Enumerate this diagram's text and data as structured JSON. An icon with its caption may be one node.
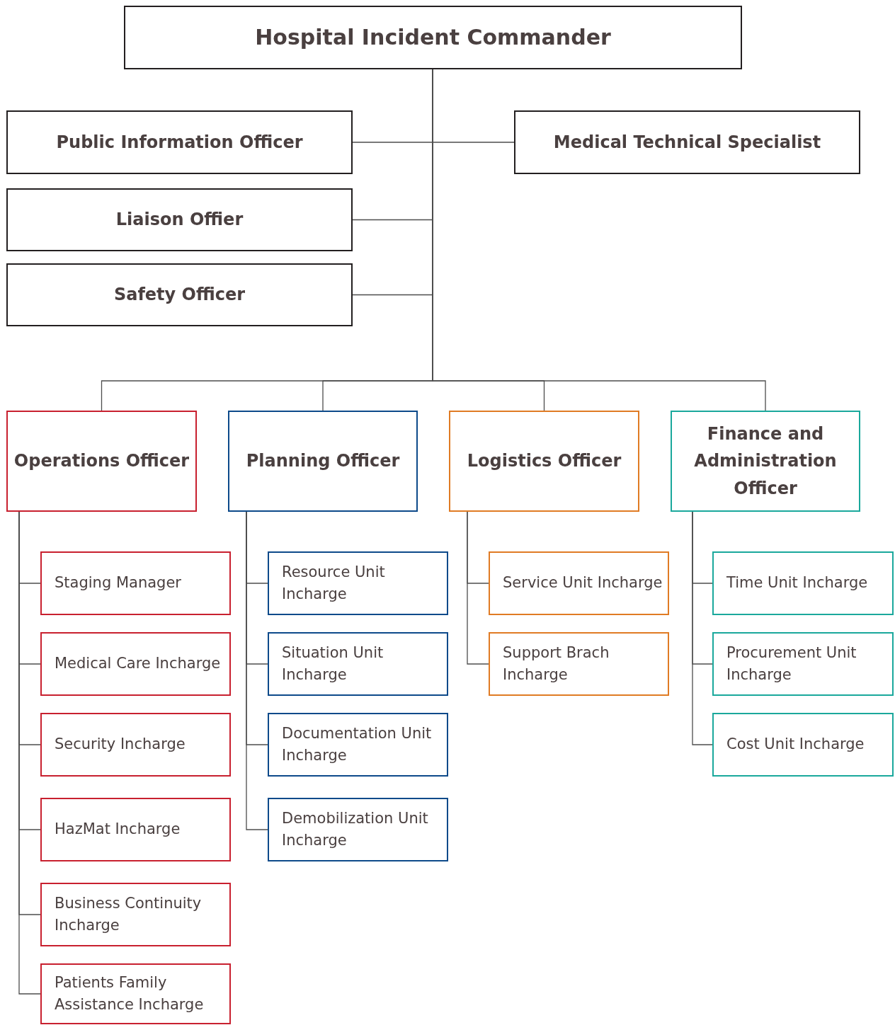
{
  "diagram": {
    "nodes": [
      {
        "text": [
          "Hospital Incident Commander"
        ]
      },
      {
        "text": [
          "Public Information Officer"
        ]
      },
      {
        "text": [
          "Medical Technical Specialist"
        ]
      },
      {
        "text": [
          "Liaison Offier"
        ]
      },
      {
        "text": [
          "Safety Officer"
        ]
      },
      {
        "text": [
          "Operations Officer"
        ]
      },
      {
        "text": [
          "Planning Officer"
        ]
      },
      {
        "text": [
          "Logistics Officer"
        ]
      },
      {
        "text": [
          "Finance and Administration Officer"
        ]
      },
      {
        "text": [
          "Staging Manager"
        ]
      },
      {
        "text": [
          "Medical Care Incharge"
        ]
      },
      {
        "text": [
          "Security Incharge"
        ]
      },
      {
        "text": [
          "HazMat Incharge"
        ]
      },
      {
        "text": [
          "Business Continuity Incharge"
        ]
      },
      {
        "text": [
          "Patients Family Assistance Incharge"
        ]
      },
      {
        "text": [
          "Resource Unit Incharge"
        ]
      },
      {
        "text": [
          "Situation Unit Incharge"
        ]
      },
      {
        "text": [
          "Documentation Unit Incharge"
        ]
      },
      {
        "text": [
          "Demobilization Unit Incharge"
        ]
      },
      {
        "text": [
          "Service Unit Incharge"
        ]
      },
      {
        "text": [
          "Support Brach Incharge"
        ]
      },
      {
        "text": [
          "Time Unit Incharge"
        ]
      },
      {
        "text": [
          "Procurement Unit Incharge"
        ]
      },
      {
        "text": [
          "Cost Unit Incharge"
        ]
      }
    ],
    "edges": [
      {
        "from": 0,
        "to": 1,
        "arrow": "none"
      },
      {
        "from": 0,
        "to": 2,
        "arrow": "none"
      },
      {
        "from": 0,
        "to": 3,
        "arrow": "none"
      },
      {
        "from": 0,
        "to": 4,
        "arrow": "none"
      },
      {
        "from": 0,
        "to": 5,
        "arrow": "none"
      },
      {
        "from": 0,
        "to": 6,
        "arrow": "none"
      },
      {
        "from": 0,
        "to": 7,
        "arrow": "none"
      },
      {
        "from": 0,
        "to": 8,
        "arrow": "none"
      },
      {
        "from": 5,
        "to": 9,
        "arrow": "none"
      },
      {
        "from": 5,
        "to": 10,
        "arrow": "none"
      },
      {
        "from": 5,
        "to": 11,
        "arrow": "none"
      },
      {
        "from": 5,
        "to": 12,
        "arrow": "none"
      },
      {
        "from": 5,
        "to": 13,
        "arrow": "none"
      },
      {
        "from": 5,
        "to": 14,
        "arrow": "none"
      },
      {
        "from": 6,
        "to": 15,
        "arrow": "none"
      },
      {
        "from": 6,
        "to": 16,
        "arrow": "none"
      },
      {
        "from": 6,
        "to": 17,
        "arrow": "none"
      },
      {
        "from": 6,
        "to": 18,
        "arrow": "none"
      },
      {
        "from": 7,
        "to": 19,
        "arrow": "none"
      },
      {
        "from": 7,
        "to": 20,
        "arrow": "none"
      },
      {
        "from": 8,
        "to": 21,
        "arrow": "none"
      },
      {
        "from": 8,
        "to": 22,
        "arrow": "none"
      },
      {
        "from": 8,
        "to": 23,
        "arrow": "none"
      }
    ]
  }
}
